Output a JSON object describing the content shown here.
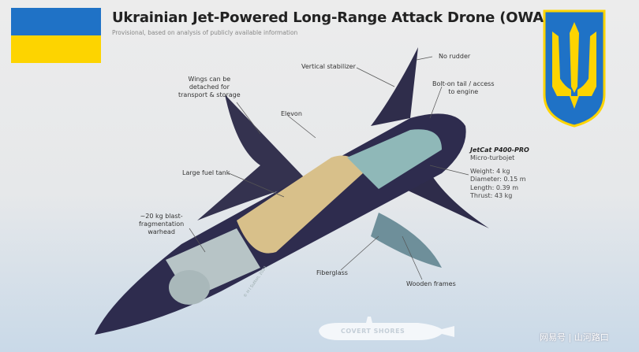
{
  "header": {
    "title": "Ukrainian Jet-Powered Long-Range Attack Drone (OWA-UAVs)",
    "subtitle": "Provisional, based on analysis of publicly available information"
  },
  "flag": {
    "top_color": "#1f72c6",
    "bottom_color": "#fdd400"
  },
  "emblem": {
    "icon": "ukrainian-trident-coat-of-arms",
    "shield_color": "#1f72c6",
    "trident_color": "#fdd400"
  },
  "labels": {
    "no_rudder": "No rudder",
    "vertical_stabilizer": "Vertical stabilizer",
    "wings": [
      "Wings can be",
      "detached for",
      "transport & storage"
    ],
    "bolt_on_tail": [
      "Bolt-on tail / access",
      "to engine"
    ],
    "elevon": "Elevon",
    "fuel_tank": "Large fuel tank",
    "warhead": [
      "~20 kg blast-",
      "fragmentation",
      "warhead"
    ],
    "fiberglass": "Fiberglass",
    "wooden_frames": "Wooden frames"
  },
  "engine_specs": {
    "name": "JetCat P400-PRO",
    "type": "Micro-turbojet",
    "weight": "Weight: 4 kg",
    "diameter": "Diameter: 0.15 m",
    "length": "Length: 0.39 m",
    "thrust": "Thrust: 43 kg"
  },
  "credits": {
    "copyright": "© H I Sutton, 2024",
    "brand": "COVERT SHORES",
    "watermark": "网易号 | 山河路口"
  },
  "colors": {
    "hull": "#2e2c4e",
    "fuel_tank": "#d8c08a",
    "interior": "#8fb8b8"
  }
}
